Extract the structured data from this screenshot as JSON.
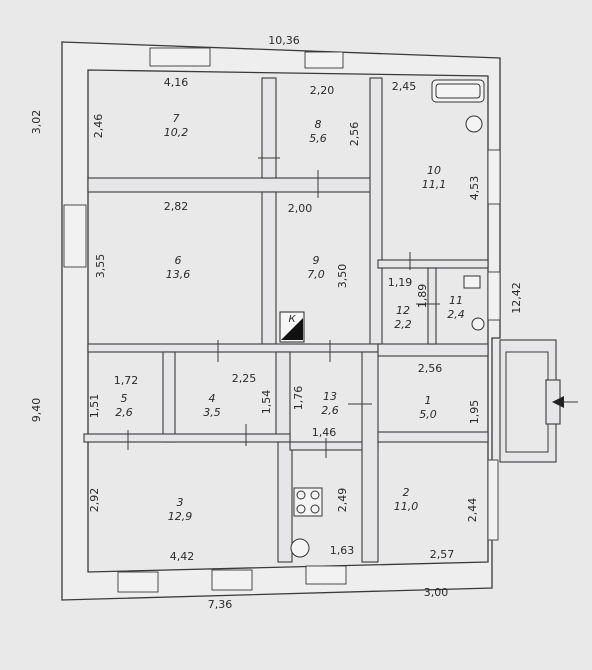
{
  "rooms": [
    {
      "id": "7",
      "area": "10,2"
    },
    {
      "id": "8",
      "area": "5,6"
    },
    {
      "id": "10",
      "area": "11,1"
    },
    {
      "id": "6",
      "area": "13,6"
    },
    {
      "id": "9",
      "area": "7,0"
    },
    {
      "id": "12",
      "area": "2,2"
    },
    {
      "id": "11",
      "area": "2,4"
    },
    {
      "id": "5",
      "area": "2,6"
    },
    {
      "id": "4",
      "area": "3,5"
    },
    {
      "id": "13",
      "area": "2,6"
    },
    {
      "id": "1",
      "area": "5,0"
    },
    {
      "id": "3",
      "area": "12,9"
    },
    {
      "id": "2",
      "area": "11,0"
    }
  ],
  "dimensions": {
    "top_total": "10,36",
    "left_top": "3,02",
    "left_total": "9,40",
    "right_total": "12,42",
    "bottom_left": "7,36",
    "bottom_right": "3,00",
    "r7_w": "4,16",
    "r7_h": "2,46",
    "r8_w": "2,20",
    "r8_h": "2,56",
    "r10_w": "2,45",
    "r10_h": "4,53",
    "r6_w": "2,82",
    "r6_h": "3,55",
    "r9_w": "2,00",
    "r9_h": "3,50",
    "r12_w": "1,19",
    "r12_h": "1,89",
    "r5_w": "1,72",
    "r5_h": "1,51",
    "r4_w": "2,25",
    "r4_h": "1,54",
    "r13_w": "1,46",
    "r13_h": "1,76",
    "r1_w": "2,56",
    "r1_h": "1,95",
    "r3_w": "4,42",
    "r3_h": "2,92",
    "r2_w": "2,57",
    "r2_h": "2,44",
    "r2_in_h": "2,49",
    "r2_in_w": "1,63"
  },
  "stove_label": "К"
}
